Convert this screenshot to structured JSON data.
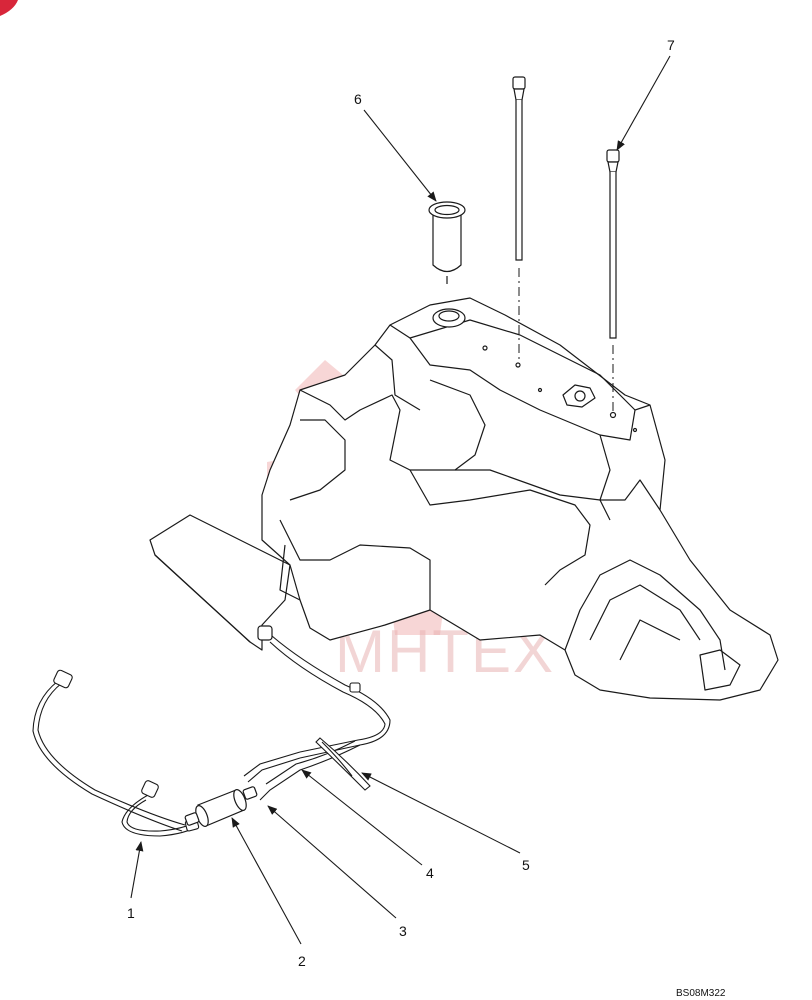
{
  "figure_id": "BS08M322",
  "watermark_text": "МНТЕХ",
  "callouts": [
    "1",
    "2",
    "3",
    "4",
    "5",
    "6",
    "7"
  ],
  "colors": {
    "line": "#1a1a1a",
    "watermark": "#e9b3b3",
    "corner_badge": "#d8263a"
  }
}
